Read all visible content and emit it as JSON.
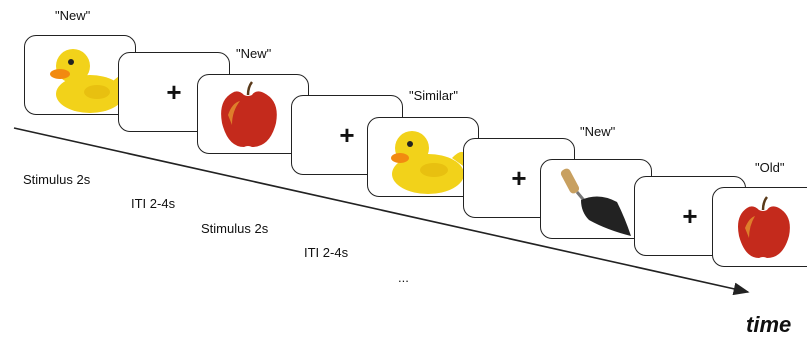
{
  "trial_cards": [
    {
      "kind": "stimulus",
      "object": "rubber-duck",
      "response": "\"New\""
    },
    {
      "kind": "fixation",
      "symbol": "+"
    },
    {
      "kind": "stimulus",
      "object": "apple",
      "response": "\"New\""
    },
    {
      "kind": "fixation",
      "symbol": "+"
    },
    {
      "kind": "stimulus",
      "object": "rubber-duck",
      "response": "\"Similar\""
    },
    {
      "kind": "fixation",
      "symbol": "+"
    },
    {
      "kind": "stimulus",
      "object": "garden-trowel",
      "response": "\"New\""
    },
    {
      "kind": "fixation",
      "symbol": "+"
    },
    {
      "kind": "stimulus",
      "object": "apple",
      "response": "\"Old\""
    }
  ],
  "timing_labels": [
    "Stimulus 2s",
    "ITI 2-4s",
    "Stimulus 2s",
    "ITI 2-4s",
    "..."
  ],
  "axis_label": "time",
  "colors": {
    "duck": "#f2d21a",
    "duck_beak": "#f28a10",
    "apple": "#c42a1c",
    "apple_highlight": "#e9a232",
    "trowel_blade": "#222222",
    "trowel_handle": "#c8a060",
    "arrow": "#222222"
  }
}
